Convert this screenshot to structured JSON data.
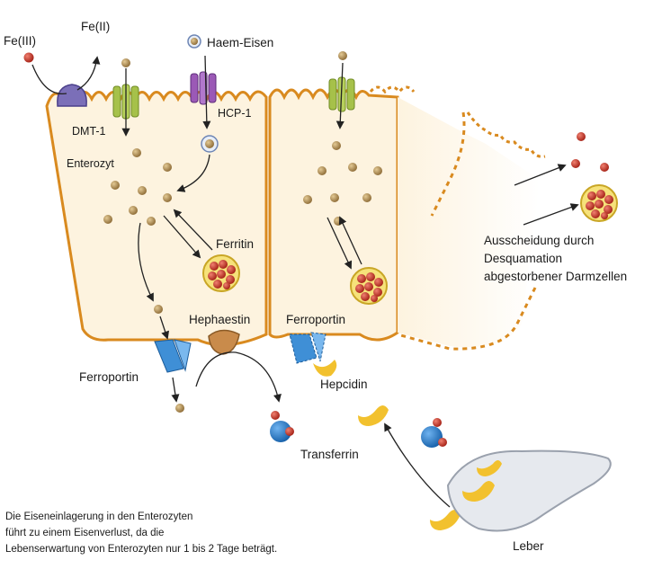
{
  "labels": {
    "fe3": "Fe(III)",
    "fe2": "Fe(II)",
    "haem": "Haem-Eisen",
    "dmt1": "DMT-1",
    "hcp1": "HCP-1",
    "enterozyt": "Enterozyt",
    "ferritin": "Ferritin",
    "hephaestin": "Hephaestin",
    "ferroportin_left": "Ferroportin",
    "ferroportin_mid": "Ferroportin",
    "hepcidin": "Hepcidin",
    "transferrin": "Transferrin",
    "leber": "Leber"
  },
  "excretion_lines": [
    "Ausscheidung durch",
    "Desquamation",
    "abgestorbener Darmzellen"
  ],
  "footnote_lines": [
    "Die Eiseneinlagerung in den Enterozyten",
    "führt zu einem Eisenverlust, da die",
    "Lebenserwartung von Enterozyten nur 1 bis 2 Tage beträgt."
  ],
  "colors": {
    "cell_fill": "#fdf3df",
    "cell_border": "#d98a1f",
    "fe2_ion": "#b89458",
    "fe3_ion": "#c0392b",
    "dmt1": "#a6c14a",
    "hcp1": "#9b59b6",
    "reductase": "#7b6fb8",
    "ferroportin": "#3f8fd6",
    "hephaestin": "#c98b4b",
    "hepcidin": "#f2c12e",
    "transferrin": "#1f7fd1",
    "liver": "#e6e9ee"
  }
}
